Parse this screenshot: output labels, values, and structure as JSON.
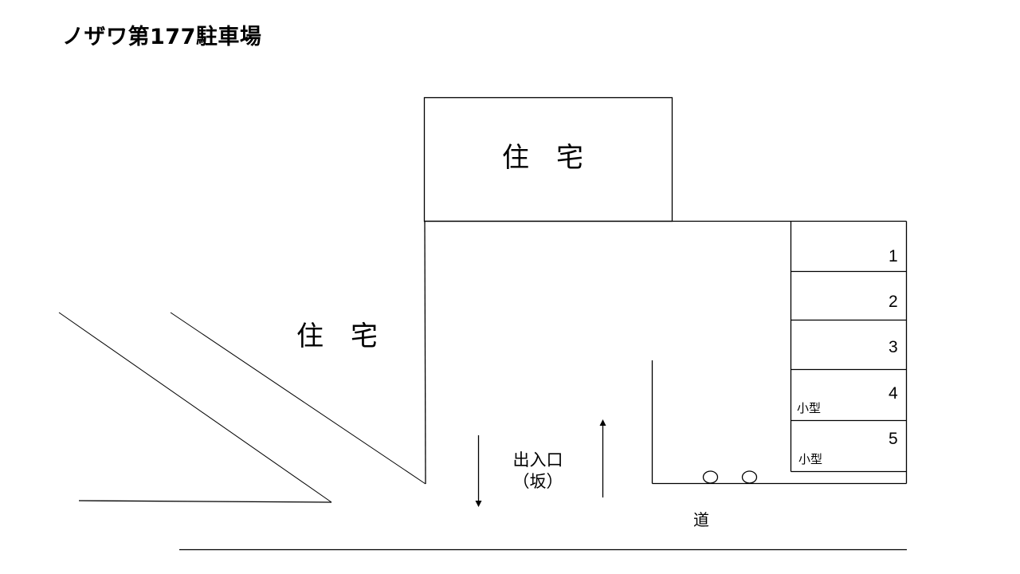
{
  "title": "ノザワ第177駐車場",
  "buildings": [
    {
      "label": "住　宅",
      "position": "top"
    },
    {
      "label": "住　宅",
      "position": "left"
    }
  ],
  "parking_spaces": [
    {
      "number": "1",
      "note": ""
    },
    {
      "number": "2",
      "note": ""
    },
    {
      "number": "3",
      "note": ""
    },
    {
      "number": "4",
      "note": "小型"
    },
    {
      "number": "5",
      "note": "小型"
    }
  ],
  "entrance": {
    "line1": "出入口",
    "line2": "（坂）"
  },
  "road": {
    "label": "道"
  },
  "colors": {
    "line": "#000000",
    "background": "#ffffff"
  }
}
